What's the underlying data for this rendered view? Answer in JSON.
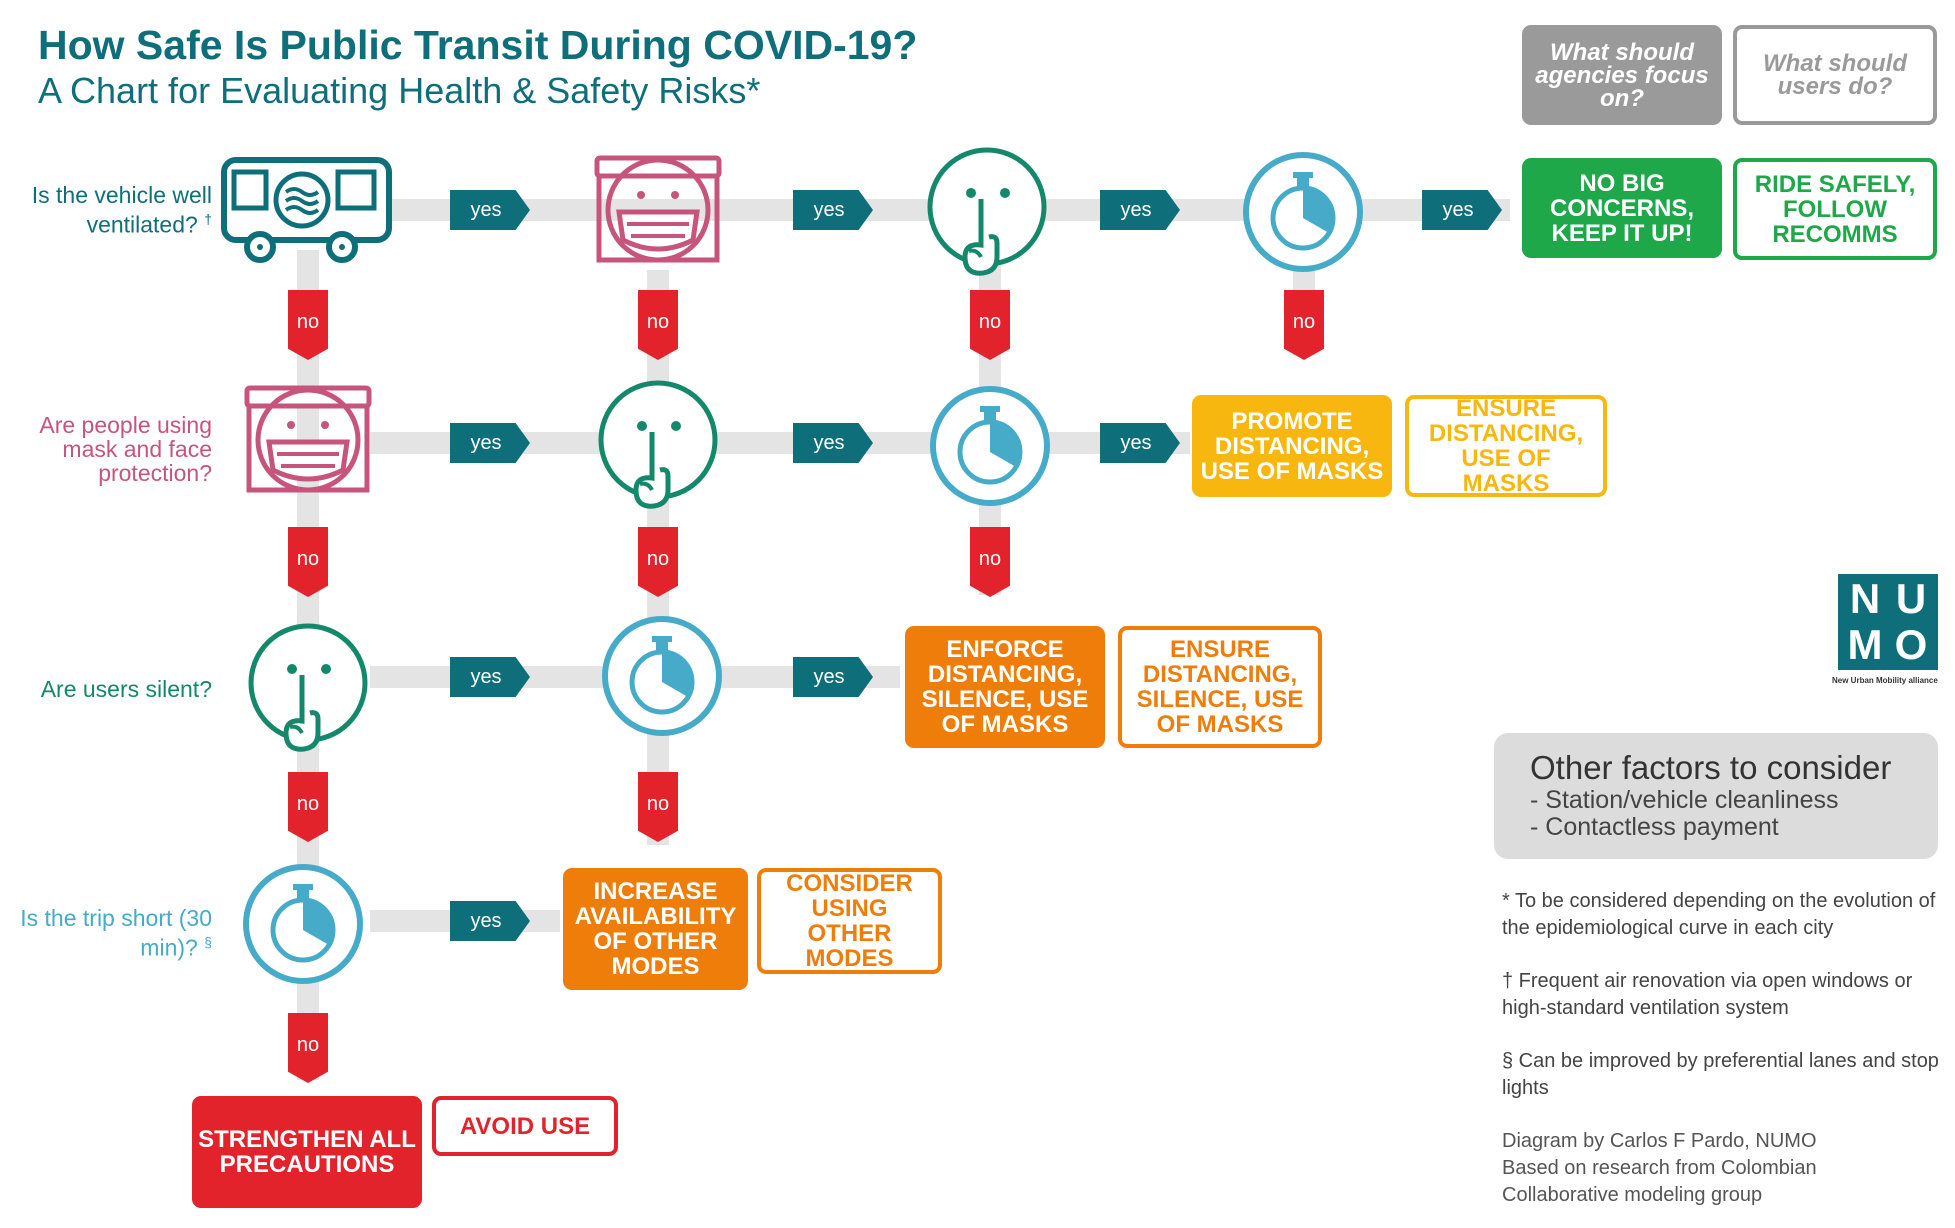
{
  "header": {
    "title": "How Safe Is Public Transit During COVID-19?",
    "subtitle": "A Chart for Evaluating Health & Safety Risks*"
  },
  "legend_headers": {
    "agencies": "What should agencies focus on?",
    "users": "What should users do?"
  },
  "questions": {
    "ventilated": "Is the vehicle well ventilated?",
    "ventilated_mark": "†",
    "masks": "Are people using mask and face protection?",
    "silent": "Are users silent?",
    "short_trip": "Is the trip short (30 min)?",
    "short_trip_mark": "§"
  },
  "labels": {
    "yes": "yes",
    "no": "no"
  },
  "outcomes": {
    "row1_agency": "NO BIG CONCERNS, KEEP IT UP!",
    "row1_user": "RIDE SAFELY, FOLLOW RECOMMS",
    "row2_agency": "PROMOTE DISTANCING, USE OF MASKS",
    "row2_user": "ENSURE DISTANCING, USE OF MASKS",
    "row3_agency": "ENFORCE DISTANCING, SILENCE, USE OF MASKS",
    "row3_user": "ENSURE DISTANCING, SILENCE, USE OF MASKS",
    "row4_agency": "INCREASE AVAILABILITY OF OTHER MODES",
    "row4_user": "CONSIDER USING OTHER MODES",
    "row5_agency": "STRENGTHEN ALL PRECAUTIONS",
    "row5_user": "AVOID USE"
  },
  "other_factors": {
    "title": "Other factors to consider",
    "items": [
      "- Station/vehicle cleanliness",
      "- Contactless payment"
    ]
  },
  "notes": {
    "asterisk": "* To be considered depending on the evolution of the epidemiological curve in each city",
    "dagger": "† Frequent air renovation via open windows or high-standard ventilation system",
    "section": "§ Can be improved by preferential lanes and stop lights"
  },
  "credits": [
    "Diagram by Carlos F Pardo, NUMO",
    "Based on research from Colombian",
    "Collaborative modeling group"
  ],
  "logo": {
    "letters": [
      "N",
      "U",
      "M",
      "O"
    ],
    "caption": "New Urban Mobility alliance"
  },
  "icons": {
    "ventilation": "bus-ventilation-icon",
    "mask": "face-mask-icon",
    "silence": "shush-face-icon",
    "timer": "stopwatch-icon"
  },
  "colors": {
    "teal": "#0e6f7b",
    "pink": "#c7557b",
    "green_icon": "#14886b",
    "blue_icon": "#45abc8",
    "red": "#e3232c",
    "green": "#1ea84a",
    "yellow": "#f8b70f",
    "orange": "#ef7d0a",
    "grey": "#9a9a9a"
  }
}
